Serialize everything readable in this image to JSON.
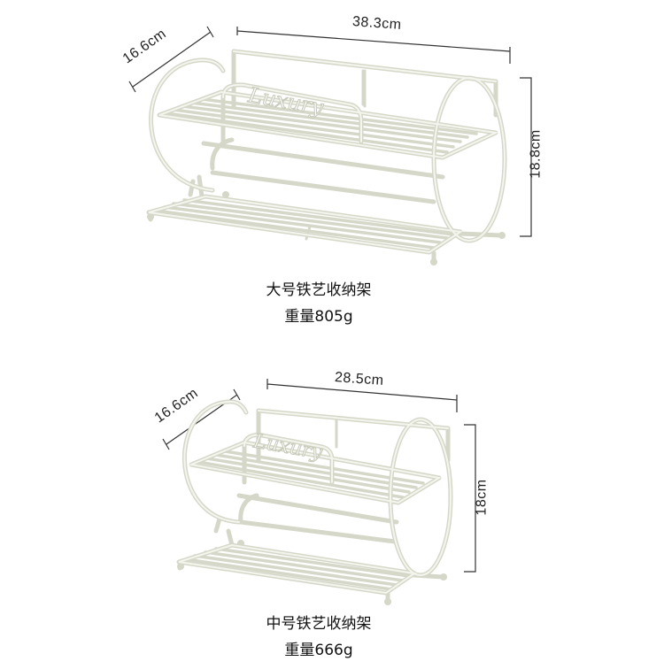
{
  "large": {
    "width_label": "38.3cm",
    "depth_label": "16.6cm",
    "height_label": "18.8cm",
    "name": "大号铁艺收纳架",
    "weight": "重量805g",
    "logo": "Luxury"
  },
  "medium": {
    "width_label": "28.5cm",
    "depth_label": "16.6cm",
    "height_label": "18cm",
    "name": "中号铁艺收纳架",
    "weight": "重量666g",
    "logo": "Luxury"
  },
  "colors": {
    "rack_fill": "#eef0e6",
    "rack_stroke": "#c9cdbd",
    "dimension_line": "#333333"
  }
}
